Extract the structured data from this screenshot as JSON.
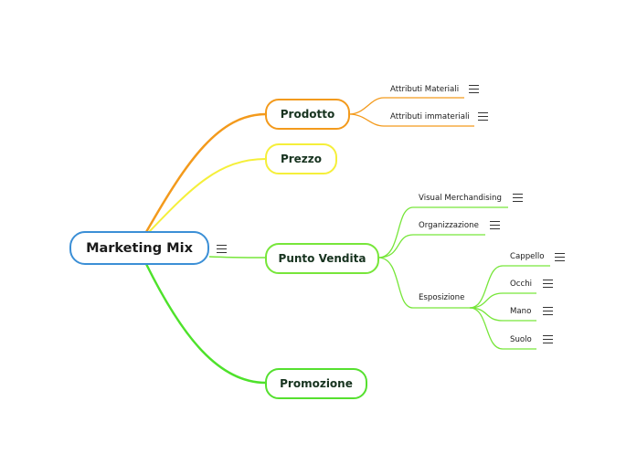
{
  "central_topic": {
    "label": "Marketing Mix"
  },
  "branches": {
    "prodotto": {
      "label": "Prodotto",
      "color": "#f39a1c"
    },
    "prezzo": {
      "label": "Prezzo",
      "color": "#f5ef3a"
    },
    "punto_vendita": {
      "label": "Punto Vendita",
      "color": "#77e63a"
    },
    "promozione": {
      "label": "Promozione",
      "color": "#55e02f"
    }
  },
  "subtopics": {
    "attributi_materiali": "Attributi Materiali",
    "attributi_immateriali": "Attributi immateriali",
    "visual_merchandising": "Visual Merchandising",
    "organizzazione": "Organizzazione",
    "esposizione": "Esposizione",
    "cappello": "Cappello",
    "occhi": "Occhi",
    "mano": "Mano",
    "suolo": "Suolo"
  },
  "icons": {
    "notes": "menu-icon"
  },
  "colors": {
    "root_border": "#3b8fd6",
    "orange": "#f39a1c",
    "yellow": "#f5ef3a",
    "green": "#77e63a"
  }
}
